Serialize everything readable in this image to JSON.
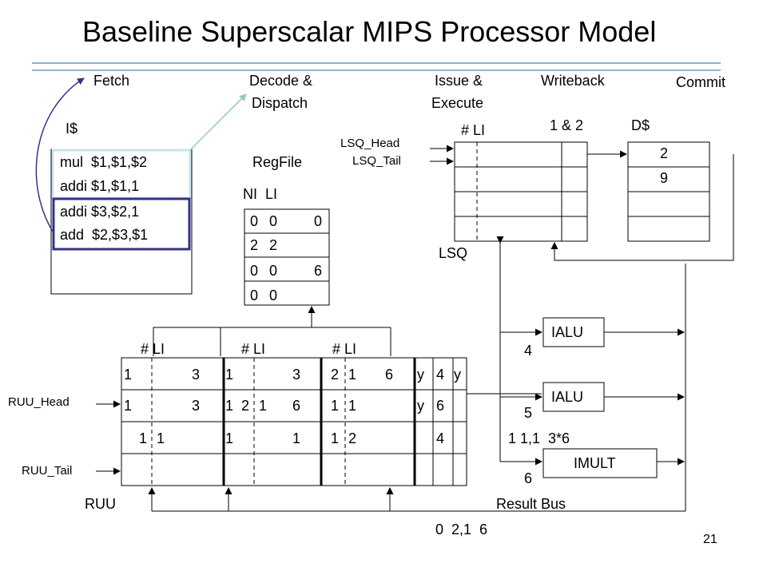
{
  "title": "Baseline Superscalar MIPS Processor Model",
  "page_number": "21",
  "colors": {
    "title_rule": "#8fb3c8",
    "icache_border": "#c8e4ec",
    "group_border": "#33338a",
    "arrow": "#33338a"
  },
  "stages": {
    "fetch": "Fetch",
    "decode_1": "Decode &",
    "decode_2": "Dispatch",
    "issue_1": "Issue &",
    "issue_2": "Execute",
    "writeback": "Writeback",
    "commit": "Commit"
  },
  "icache": {
    "label": "I$",
    "instructions": [
      "mul  $1,$1,$2",
      "addi $1,$1,1",
      "addi $3,$2,1",
      "add  $2,$3,$1"
    ]
  },
  "regfile": {
    "label": "RegFile",
    "header": "NI  LI",
    "rows": [
      {
        "ni": "0",
        "li": "0",
        "val": "0"
      },
      {
        "ni": "2",
        "li": "2",
        "val": ""
      },
      {
        "ni": "0",
        "li": "0",
        "val": "6"
      },
      {
        "ni": "0",
        "li": "0",
        "val": ""
      }
    ]
  },
  "lsq": {
    "label": "LSQ",
    "li_header": "# LI",
    "head_label": "LSQ_Head",
    "tail_label": "LSQ_Tail"
  },
  "dcache": {
    "label": "D$",
    "writeback_note": "1 & 2",
    "values": [
      "2",
      "9",
      "",
      ""
    ]
  },
  "ruu": {
    "label": "RUU",
    "head_label": "RUU_Head",
    "tail_label": "RUU_Tail",
    "li_headers": [
      "# LI",
      "# LI",
      "# LI"
    ],
    "rows": [
      [
        "1",
        "3",
        "1",
        "3",
        "2",
        "1",
        "6",
        "y",
        "4",
        "y"
      ],
      [
        "1",
        "3",
        "1",
        "2",
        "1",
        "6",
        "1",
        "1",
        "y",
        "6"
      ],
      [
        "1",
        "1",
        "1",
        "1",
        "1",
        "2",
        "4"
      ]
    ]
  },
  "units": [
    {
      "name": "IALU",
      "tag": "4"
    },
    {
      "name": "IALU",
      "tag": "5"
    },
    {
      "name": "IMULT",
      "tag": "6"
    }
  ],
  "imult_operands": "1 1,1  3*6",
  "result_bus": {
    "label": "Result Bus",
    "values": "0  2,1  6"
  }
}
